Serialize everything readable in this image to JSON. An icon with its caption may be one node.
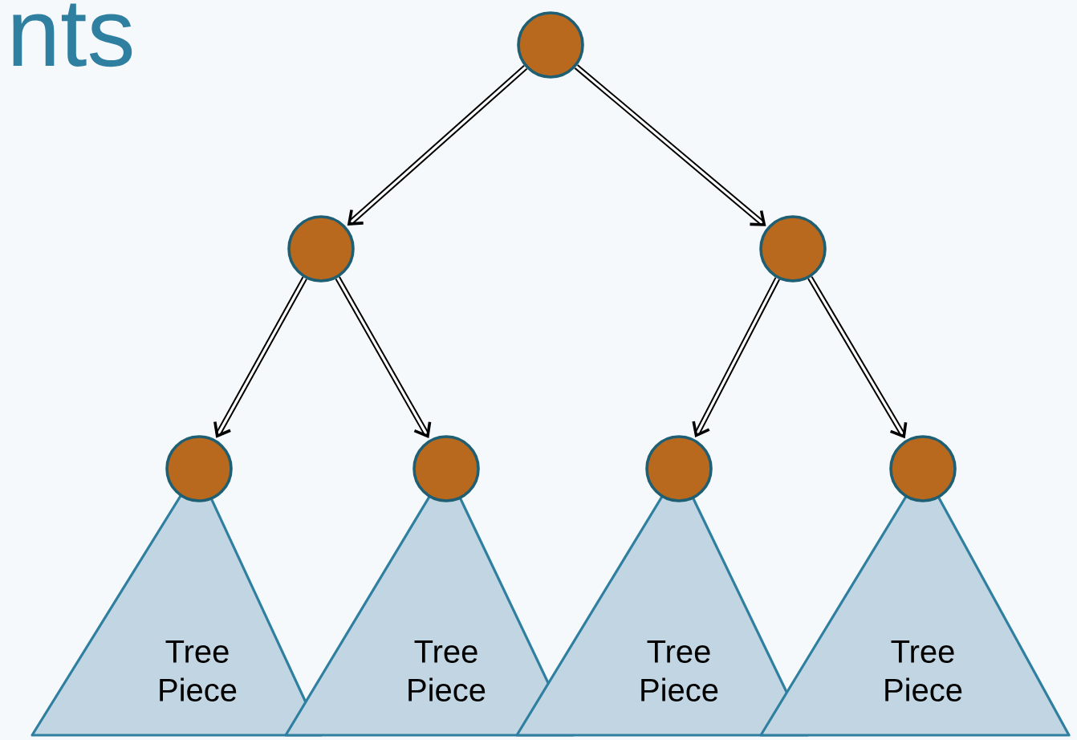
{
  "diagram": {
    "nodes": [
      {
        "text": [],
        "shape": "circle"
      },
      {
        "text": [],
        "shape": "circle"
      },
      {
        "text": [],
        "shape": "circle"
      },
      {
        "text": [],
        "shape": "circle"
      },
      {
        "text": [],
        "shape": "circle"
      },
      {
        "text": [],
        "shape": "circle"
      },
      {
        "text": [],
        "shape": "circle"
      },
      {
        "text": [
          "Tree Piece"
        ]
      },
      {
        "text": [
          "Tree Piece"
        ]
      },
      {
        "text": [
          "Tree Piece"
        ]
      },
      {
        "text": [
          "Tree Piece"
        ]
      }
    ],
    "edges": [
      {
        "from": 0,
        "to": 1,
        "arrow": "to"
      },
      {
        "from": 0,
        "to": 2,
        "arrow": "to"
      },
      {
        "from": 1,
        "to": 3,
        "arrow": "to"
      },
      {
        "from": 1,
        "to": 4,
        "arrow": "to"
      },
      {
        "from": 2,
        "to": 5,
        "arrow": "to"
      },
      {
        "from": 2,
        "to": 6,
        "arrow": "to"
      }
    ],
    "labels": [
      "nts"
    ]
  }
}
